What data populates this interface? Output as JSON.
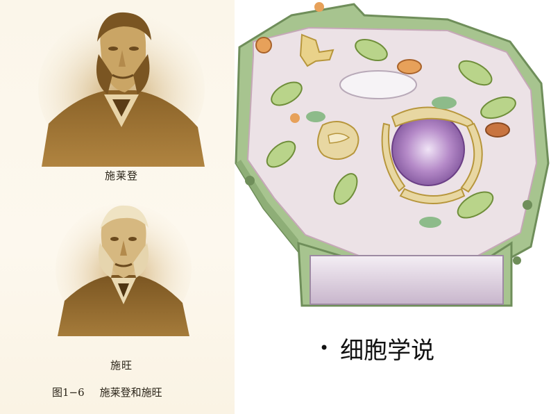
{
  "left_panel": {
    "portrait_top": {
      "caption": "施莱登"
    },
    "portrait_bottom": {
      "caption": "施旺"
    },
    "figure_caption": {
      "number": "图1−6",
      "text": "施莱登和施旺"
    }
  },
  "right_panel": {
    "bullet": {
      "symbol": "•",
      "text": "细胞学说"
    }
  },
  "colors": {
    "sepia_dark": "#6b4a1e",
    "sepia_light": "#d9b77d",
    "cell_wall": "#a7c48f",
    "cytoplasm": "#ece2e6",
    "nucleus": "#b58ac8",
    "golgi": "#e8d7a2",
    "chloroplast": "#b9d48a",
    "mitochondria": "#e7a15a"
  }
}
